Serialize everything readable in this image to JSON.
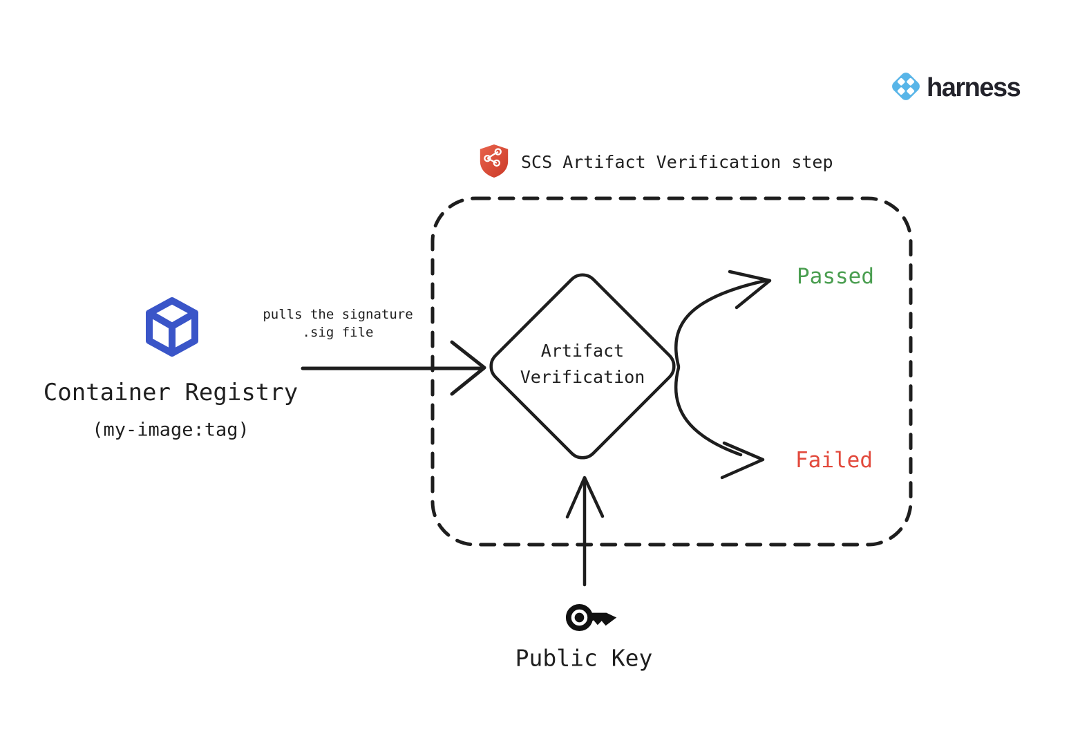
{
  "colors": {
    "ink": "#1e1e1e",
    "text": "#1f1f1f",
    "passed_green": "#4a9e50",
    "failed_red": "#e2493c",
    "cube_blue": "#3a55c8",
    "shield_red_light": "#e8634c",
    "shield_red_dark": "#cb3a28",
    "logo_blue": "#58b5e8",
    "logo_text": "#23232b"
  },
  "brand": {
    "name": "harness",
    "icon": "harness-diamond-clover-icon"
  },
  "step": {
    "title": "SCS Artifact Verification step",
    "icon": "supply-chain-shield-icon"
  },
  "registry": {
    "icon": "container-cube-icon",
    "title": "Container Registry",
    "subtitle": "(my-image:tag)"
  },
  "pull_edge": {
    "label_line1": "pulls the signature",
    "label_line2": ".sig file"
  },
  "decision": {
    "label_line1": "Artifact",
    "label_line2": "Verification"
  },
  "outcomes": {
    "passed": {
      "label": "Passed",
      "color": "#4a9e50"
    },
    "failed": {
      "label": "Failed",
      "color": "#e2493c"
    }
  },
  "public_key": {
    "icon": "key-icon",
    "label": "Public Key"
  }
}
